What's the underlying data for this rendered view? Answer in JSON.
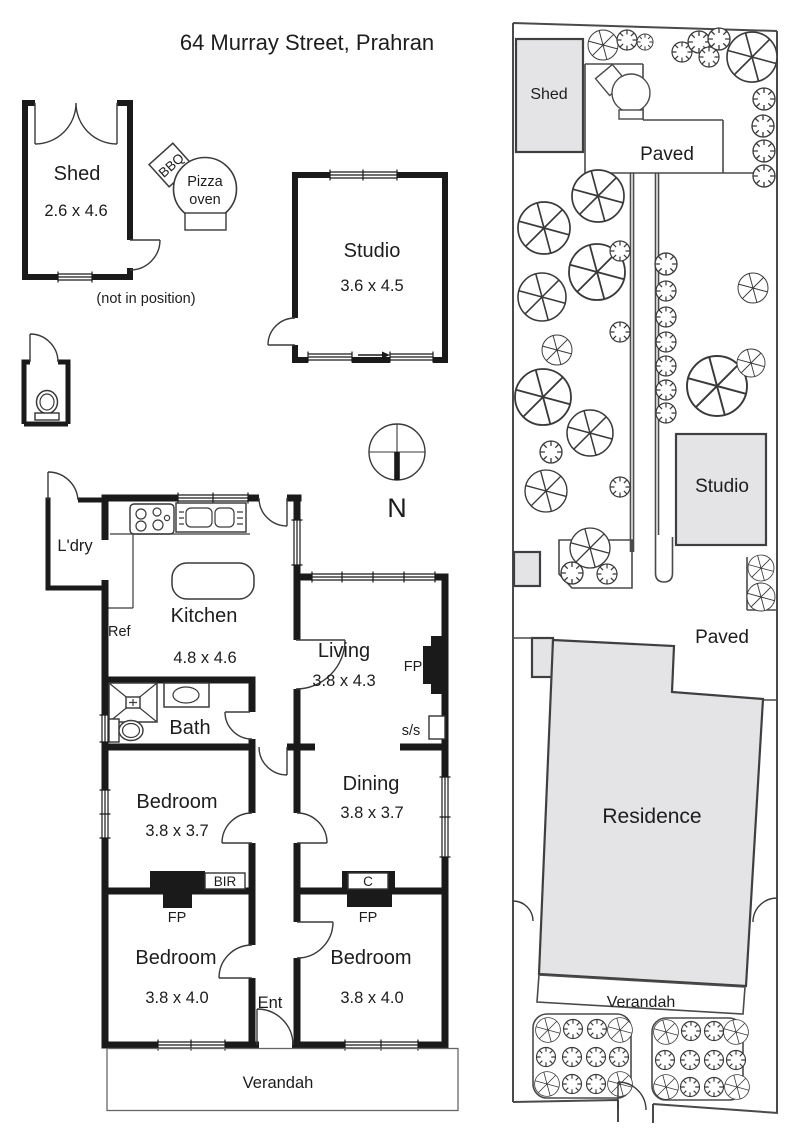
{
  "title": "64 Murray Street, Prahran",
  "compass": {
    "north_label": "N"
  },
  "floorplan": {
    "shed": {
      "name": "Shed",
      "dims": "2.6 x 4.6",
      "note": "(not in position)"
    },
    "bbq_label": "BBQ",
    "pizza_oven": {
      "line1": "Pizza",
      "line2": "oven"
    },
    "studio": {
      "name": "Studio",
      "dims": "3.6 x 4.5"
    },
    "laundry_label": "L'dry",
    "fridge_label": "Ref",
    "kitchen": {
      "name": "Kitchen",
      "dims": "4.8 x 4.6"
    },
    "living": {
      "name": "Living",
      "dims": "3.8 x 4.3",
      "fireplace_label": "FP",
      "stainless_label": "s/s"
    },
    "bath_label": "Bath",
    "bedroom1": {
      "name": "Bedroom",
      "dims": "3.8 x 3.7",
      "robe_label": "BIR",
      "fireplace_label": "FP"
    },
    "dining": {
      "name": "Dining",
      "dims": "3.8 x 3.7",
      "cupboard_label": "C",
      "fireplace_label": "FP"
    },
    "bedroom2": {
      "name": "Bedroom",
      "dims": "3.8 x 4.0"
    },
    "bedroom3": {
      "name": "Bedroom",
      "dims": "3.8 x 4.0"
    },
    "entry_label": "Ent",
    "verandah_label": "Verandah"
  },
  "siteplan": {
    "shed_label": "Shed",
    "paved_rear_label": "Paved",
    "studio_label": "Studio",
    "paved_mid_label": "Paved",
    "residence_label": "Residence",
    "verandah_label": "Verandah"
  },
  "colors": {
    "wall": "#1a1a1a",
    "building_fill": "#e4e4e6",
    "site_line": "#4a4a4a",
    "text": "#1d1d1f"
  }
}
